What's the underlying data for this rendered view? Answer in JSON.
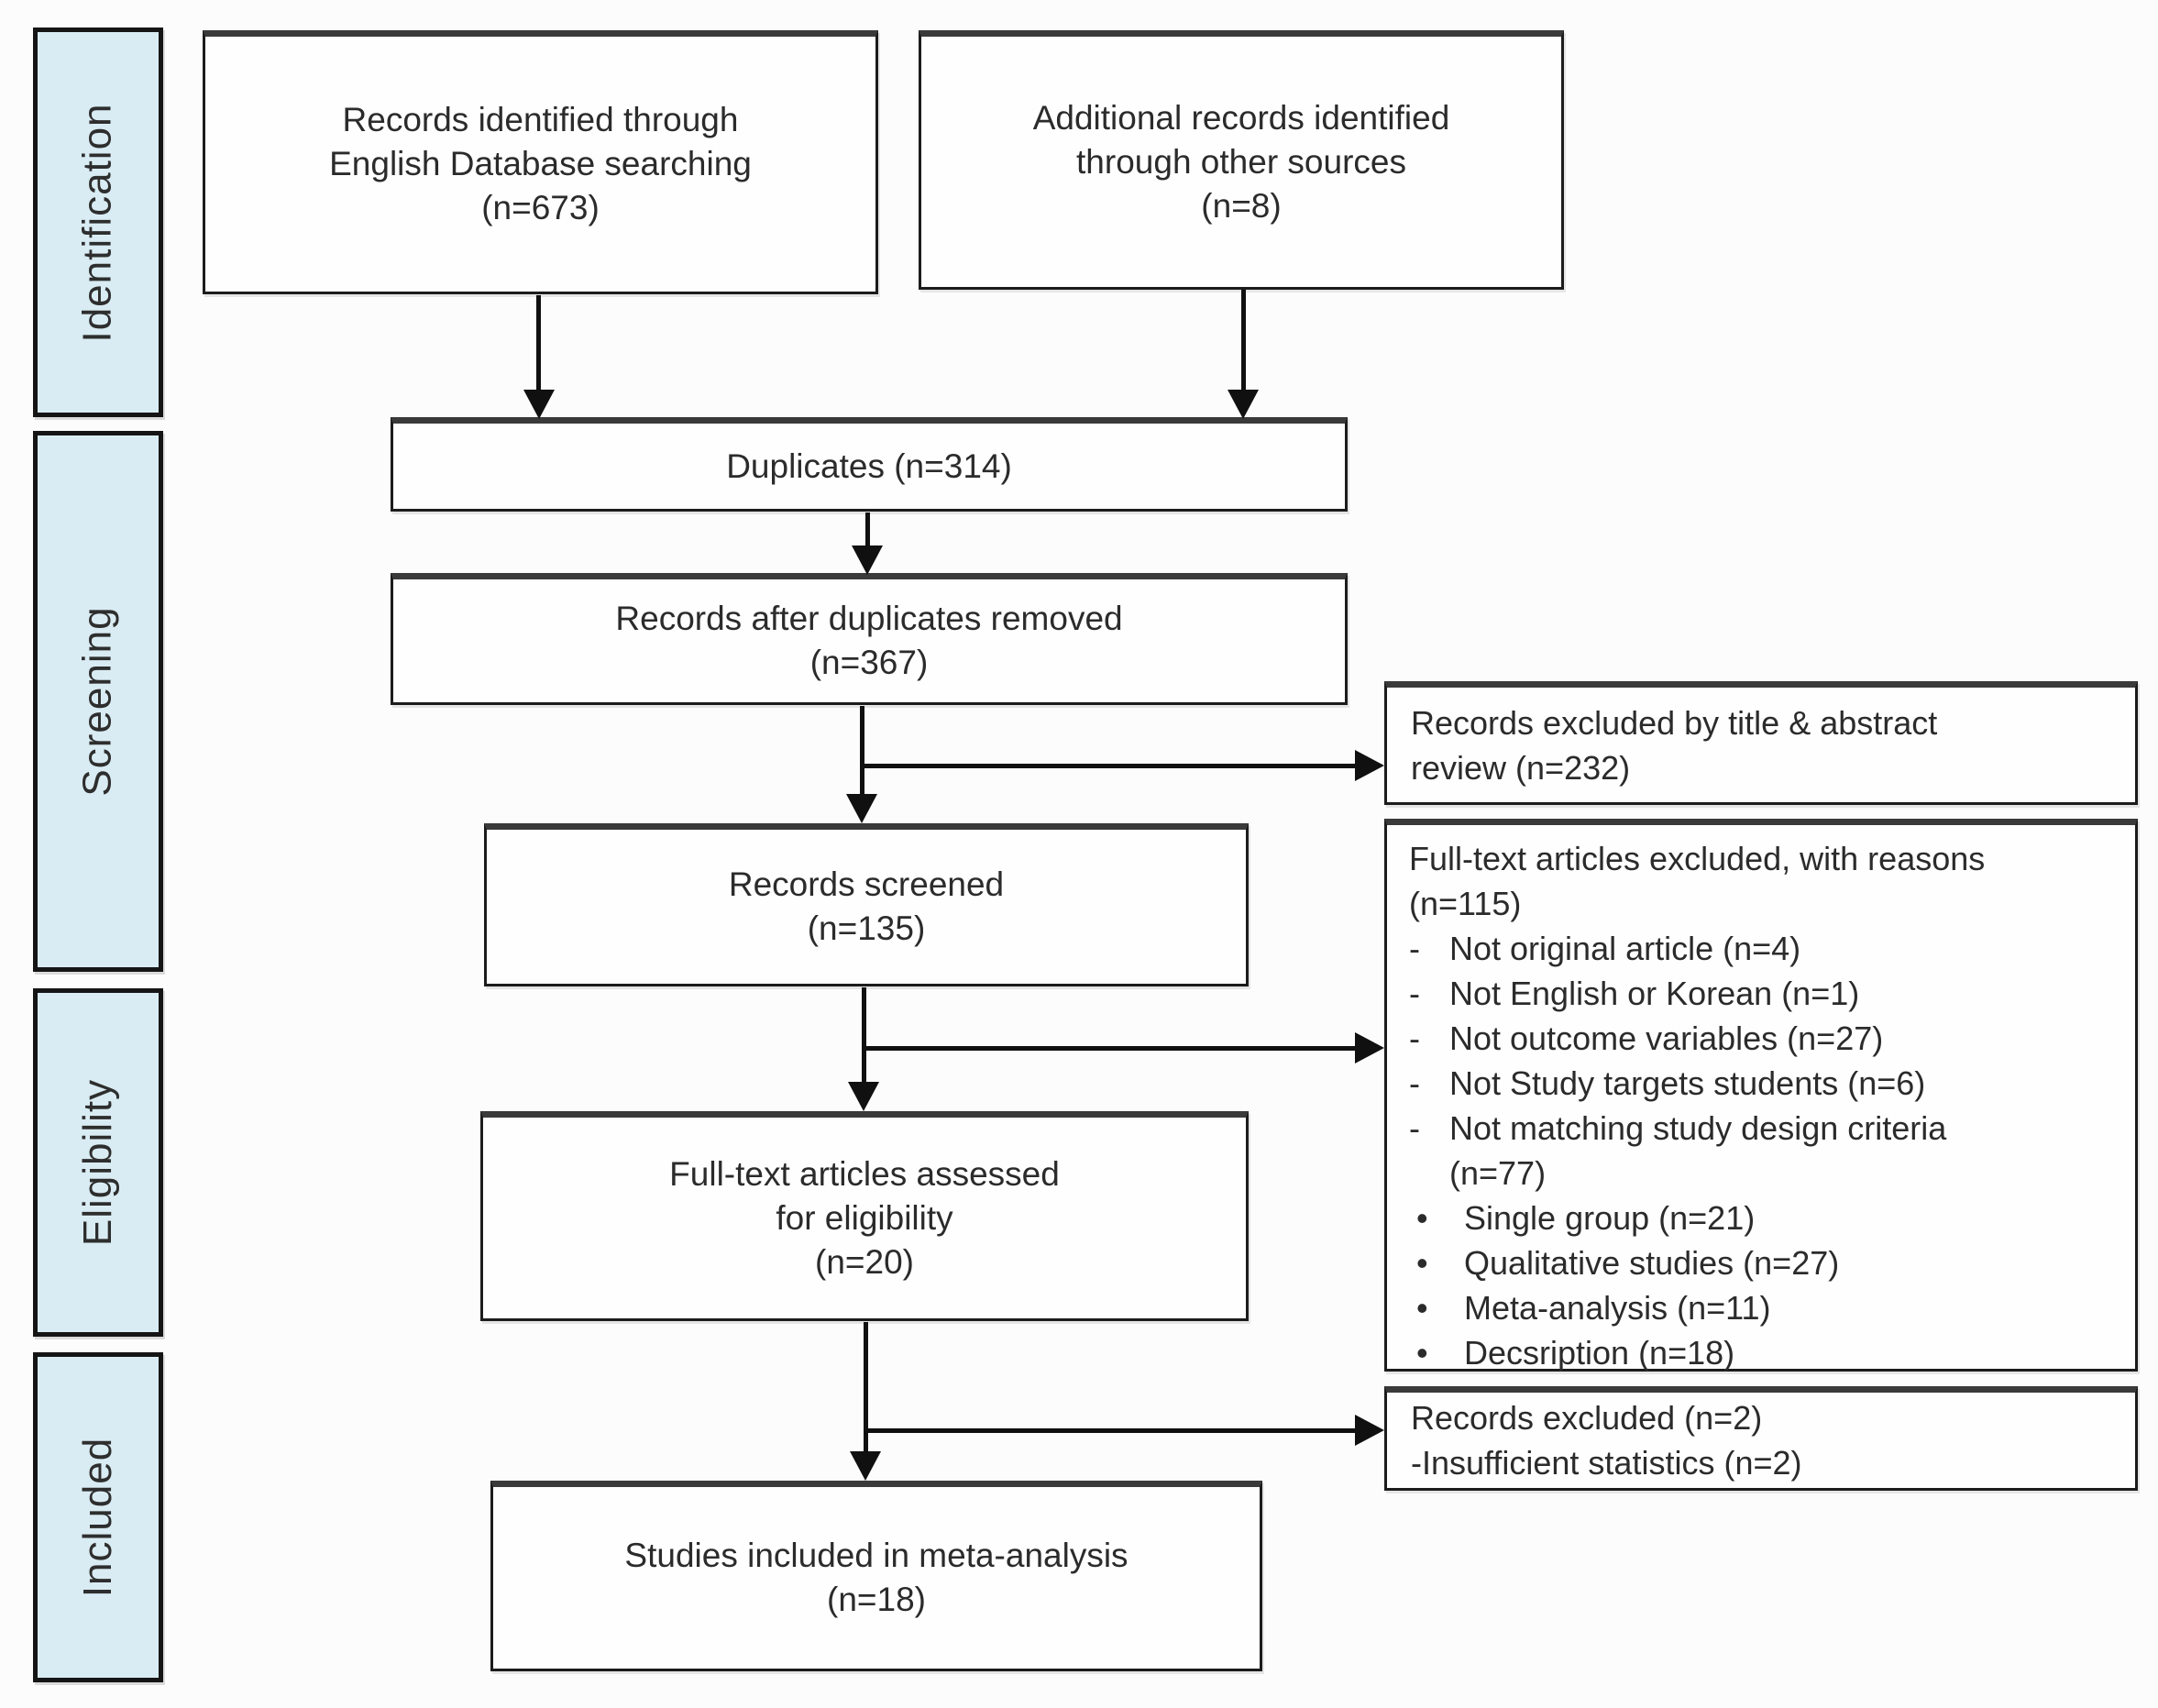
{
  "colors": {
    "stage_fill": "#d9ecf3",
    "border": "#1c1c1c",
    "line": "#101010",
    "background": "#fcfcfc"
  },
  "stages": [
    {
      "label": "Identification"
    },
    {
      "label": "Screening"
    },
    {
      "label": "Eligibility"
    },
    {
      "label": "Included"
    }
  ],
  "boxes": {
    "records_identified": "Records identified through\nEnglish Database searching\n(n=673)",
    "additional_records": "Additional records identified\nthrough other sources\n(n=8)",
    "duplicates": "Duplicates (n=314)",
    "after_duplicates": "Records after duplicates removed\n(n=367)",
    "records_screened": "Records screened\n(n=135)",
    "fulltext_assessed": "Full-text articles assessed\nfor eligibility\n(n=20)",
    "studies_included": "Studies included in meta-analysis\n(n=18)",
    "excluded_title_abstract": "Records excluded by title & abstract\nreview (n=232)",
    "fulltext_excluded": {
      "title": "Full-text articles excluded, with reasons\n(n=115)",
      "dash_marker": "-",
      "bullet_marker": "•",
      "dash_items": [
        "Not original article (n=4)",
        "Not English or Korean (n=1)",
        "Not outcome variables (n=27)",
        "Not Study targets students (n=6)",
        "Not matching study design criteria\n(n=77)"
      ],
      "bullet_items": [
        "Single group (n=21)",
        "Qualitative studies (n=27)",
        "Meta-analysis (n=11)",
        "Decsription (n=18)"
      ]
    },
    "records_excluded_final": "Records excluded (n=2)\n-Insufficient statistics (n=2)"
  }
}
